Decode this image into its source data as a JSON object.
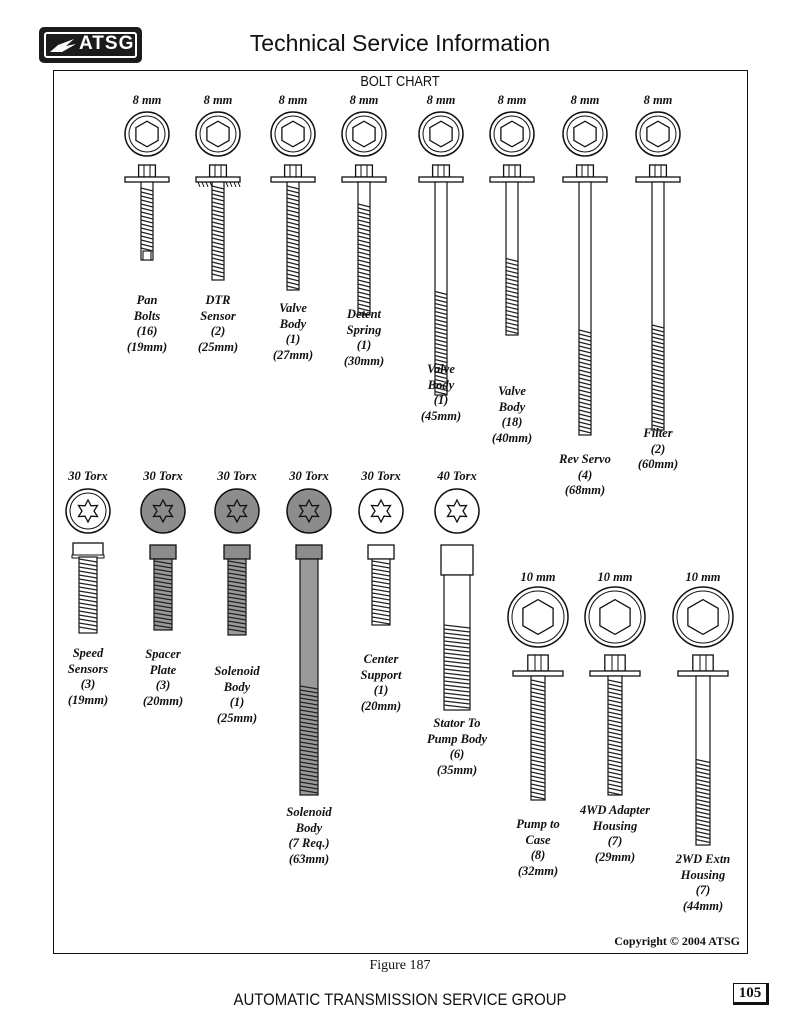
{
  "header": {
    "logo_text": "ATSG",
    "title": "Technical Service Information"
  },
  "chart": {
    "title": "BOLT CHART"
  },
  "bolts": [
    {
      "size": "8 mm",
      "lines": [
        "Pan",
        "Bolts",
        "(16)",
        "(19mm)"
      ]
    },
    {
      "size": "8 mm",
      "lines": [
        "DTR",
        "Sensor",
        "(2)",
        "(25mm)"
      ]
    },
    {
      "size": "8 mm",
      "lines": [
        "Valve",
        "Body",
        "(1)",
        "(27mm)"
      ]
    },
    {
      "size": "8 mm",
      "lines": [
        "Detent",
        "Spring",
        "(1)",
        "(30mm)"
      ]
    },
    {
      "size": "8 mm",
      "lines": [
        "Valve",
        "Body",
        "(1)",
        "(45mm)"
      ]
    },
    {
      "size": "8 mm",
      "lines": [
        "Valve",
        "Body",
        "(18)",
        "(40mm)"
      ]
    },
    {
      "size": "8 mm",
      "lines": [
        "Rev Servo",
        "(4)",
        "(68mm)"
      ]
    },
    {
      "size": "8 mm",
      "lines": [
        "Filter",
        "(2)",
        "(60mm)"
      ]
    },
    {
      "size": "30 Torx",
      "lines": [
        "Speed",
        "Sensors",
        "(3)",
        "(19mm)"
      ]
    },
    {
      "size": "30 Torx",
      "lines": [
        "Spacer",
        "Plate",
        "(3)",
        "(20mm)"
      ]
    },
    {
      "size": "30 Torx",
      "lines": [
        "Solenoid",
        "Body",
        "(1)",
        "(25mm)"
      ]
    },
    {
      "size": "30 Torx",
      "lines": [
        "Solenoid",
        "Body",
        "(7 Req.)",
        "(63mm)"
      ]
    },
    {
      "size": "30 Torx",
      "lines": [
        "Center",
        "Support",
        "(1)",
        "(20mm)"
      ]
    },
    {
      "size": "40 Torx",
      "lines": [
        "Stator To",
        "Pump Body",
        "(6)",
        "(35mm)"
      ]
    },
    {
      "size": "10 mm",
      "lines": [
        "Pump to",
        "Case",
        "(8)",
        "(32mm)"
      ]
    },
    {
      "size": "10 mm",
      "lines": [
        "4WD Adapter",
        "Housing",
        "(7)",
        "(29mm)"
      ]
    },
    {
      "size": "10 mm",
      "lines": [
        "2WD Extn",
        "Housing",
        "(7)",
        "(44mm)"
      ]
    }
  ],
  "copyright": "Copyright © 2004 ATSG",
  "figure_label": "Figure 187",
  "footer": {
    "org": "AUTOMATIC TRANSMISSION SERVICE GROUP",
    "page": "105"
  }
}
